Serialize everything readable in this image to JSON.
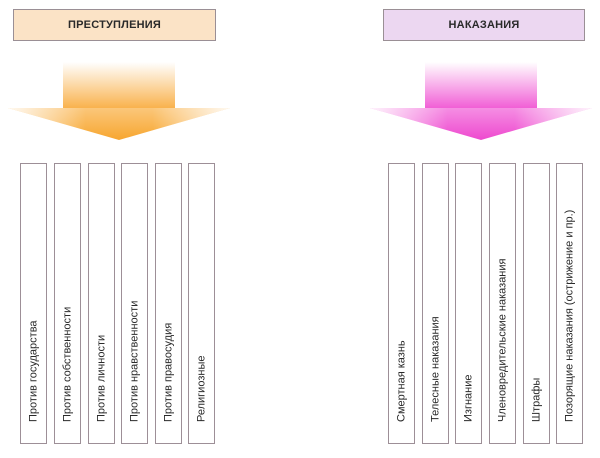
{
  "left": {
    "header": "ПРЕСТУПЛЕНИЯ",
    "items": [
      "Против государства",
      "Против собственности",
      "Против личности",
      "Против нравственности",
      "Против правосудия",
      "Религиозные"
    ]
  },
  "right": {
    "header": "НАКАЗАНИЯ",
    "items": [
      "Смертная казнь",
      "Телесные наказания",
      "Изгнание",
      "Членовредительские наказания",
      "Штрафы",
      "Позорящие наказания (острижение и пр.)"
    ]
  },
  "colors": {
    "left_header_bg": "#fbe3c6",
    "right_header_bg": "#ecd7f1",
    "left_arrow": "#f9b24d",
    "right_arrow": "#f15fd6"
  }
}
